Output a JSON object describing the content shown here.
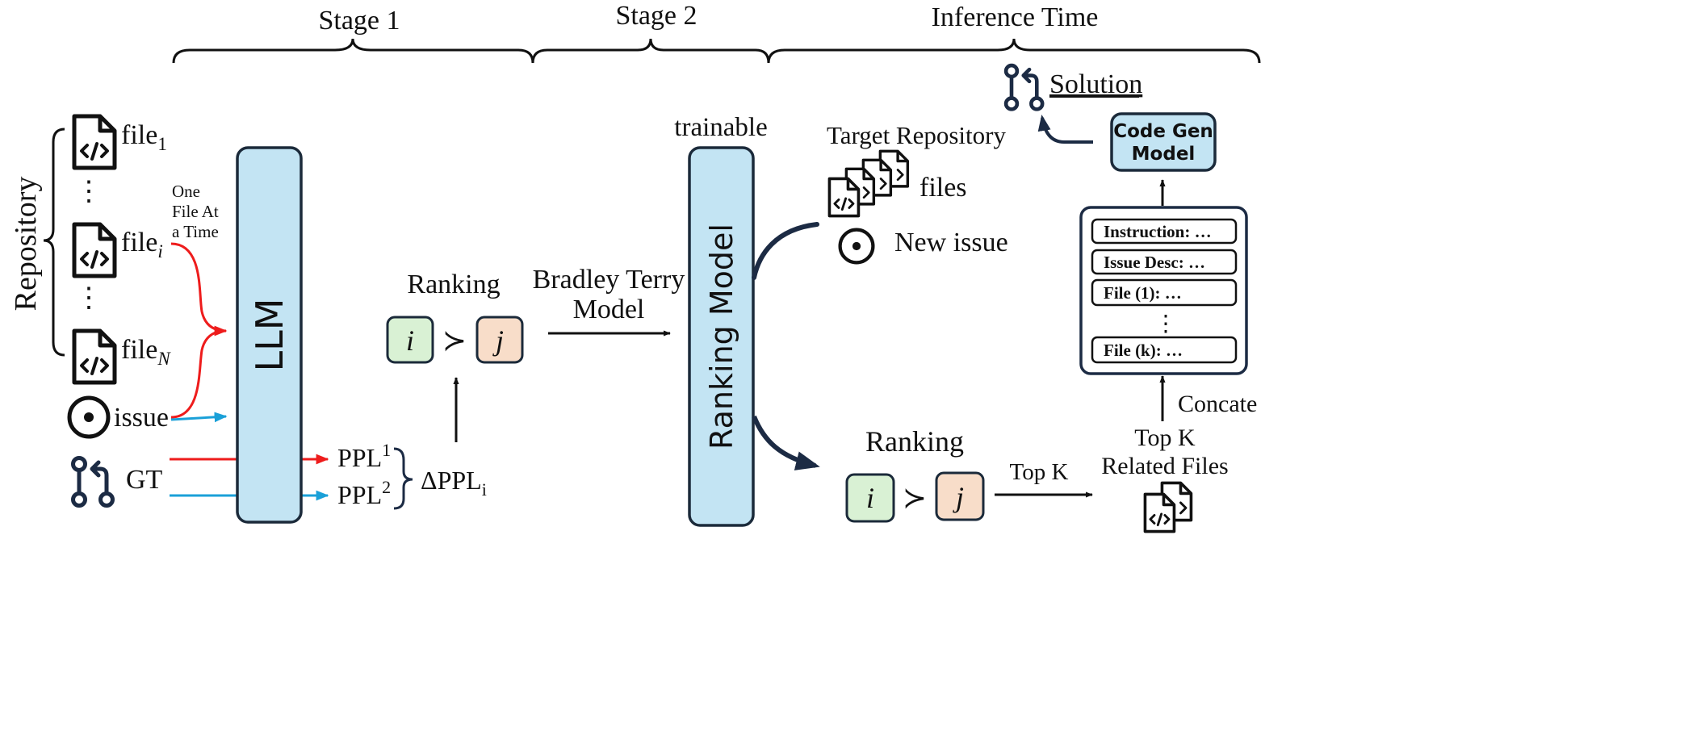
{
  "stages": {
    "stage1": "Stage 1",
    "stage2": "Stage 2",
    "inference": "Inference Time"
  },
  "repository": {
    "label": "Repository",
    "file1": {
      "base": "file",
      "sub": "1"
    },
    "filei": {
      "base": "file",
      "sub": "i"
    },
    "fileN": {
      "base": "file",
      "sub": "N"
    },
    "ellipsis": "⋮",
    "one_file_note": [
      "One",
      "File At",
      "a Time"
    ]
  },
  "inputs": {
    "issue": "issue",
    "gt": "GT"
  },
  "llm": {
    "label": "LLM"
  },
  "ppl": {
    "base": "PPL",
    "sup1": "1",
    "sup2": "2",
    "delta_base": "ΔPPL",
    "delta_sub": "i"
  },
  "stage1_ranking": {
    "title": "Ranking",
    "left": "i",
    "right": "j",
    "relation": "≻"
  },
  "bradley_terry": [
    "Bradley Terry",
    "Model"
  ],
  "ranking_model": {
    "trainable": "trainable",
    "label": "Ranking Model"
  },
  "inference": {
    "target_repo": "Target Repository",
    "files": "files",
    "new_issue": "New issue",
    "ranking_title": "Ranking",
    "left": "i",
    "right": "j",
    "relation": "≻",
    "top_k": "Top K",
    "top_k_related": [
      "Top K",
      "Related Files"
    ],
    "concate": "Concate",
    "solution": "Solution",
    "code_gen": [
      "Code Gen",
      "Model"
    ],
    "prompt_items": [
      "Instruction: …",
      "Issue Desc: …",
      "File (1): …",
      "File (k): …"
    ],
    "prompt_ellipsis": "⋮"
  },
  "colors": {
    "box_blue": "#c3e4f3",
    "box_border": "#1b2a3a",
    "green_fill": "#d9f1d4",
    "peach_fill": "#f8ddc9",
    "red_arrow": "#ee1c1c",
    "blue_arrow": "#1aa0d8",
    "navy": "#1c2b44"
  }
}
